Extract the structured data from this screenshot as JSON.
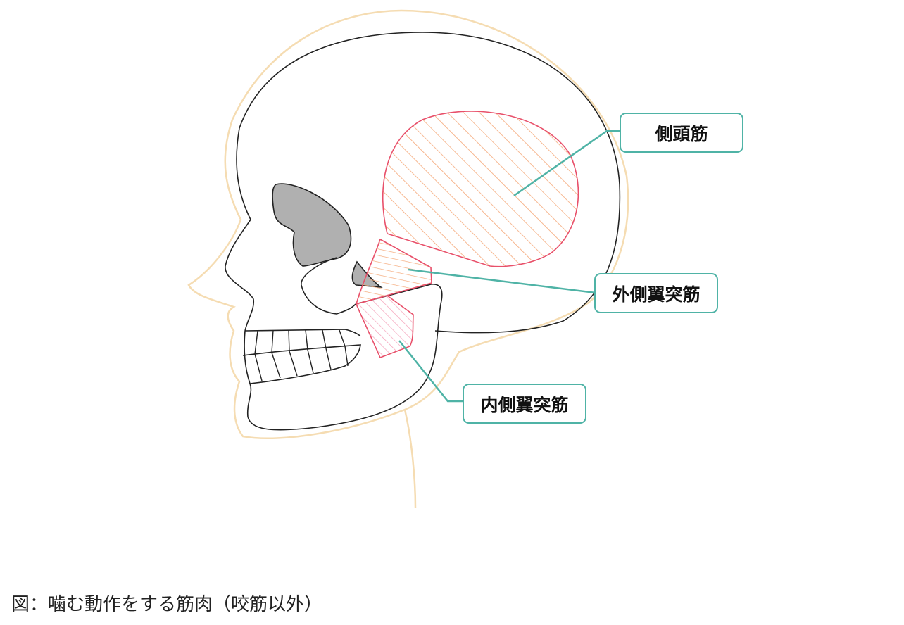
{
  "labels": {
    "temporalis": "側頭筋",
    "lateral_pterygoid": "外側翼突筋",
    "medial_pterygoid": "内側翼突筋"
  },
  "caption": "図：噛む動作をする筋肉（咬筋以外）",
  "colors": {
    "head_outline": "#f5dcb2",
    "skull_line": "#222222",
    "muscle_outline": "#e8506a",
    "hatch_orange": "#f5a878",
    "hatch_pink": "#f4a0b8",
    "leader_line": "#4fb3a6",
    "socket_fill": "#b0b0b0"
  }
}
